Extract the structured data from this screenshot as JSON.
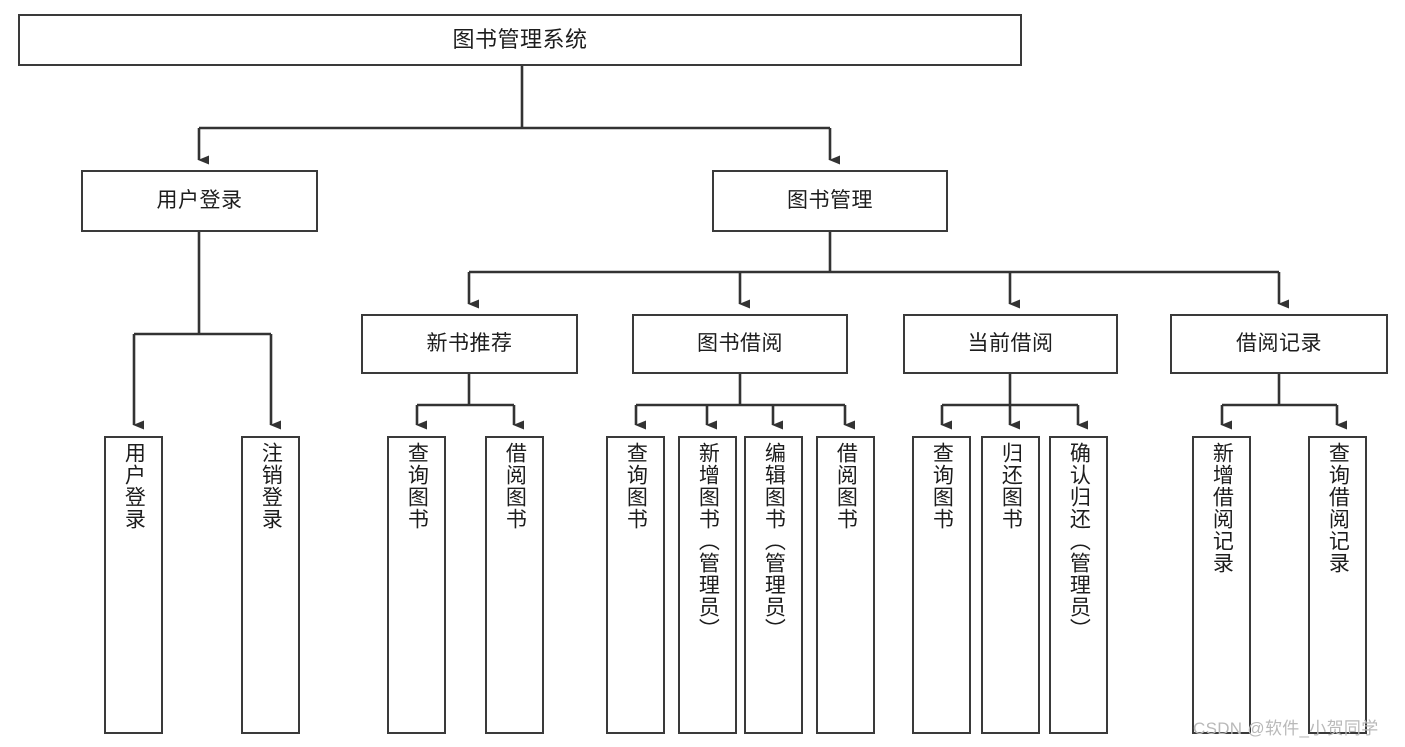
{
  "diagram": {
    "title": "图书管理系统",
    "type": "tree-hierarchy-chart",
    "orientation": "top-down",
    "levels": 4,
    "nodes": {
      "root": {
        "label": "图书管理系统"
      },
      "level2": [
        {
          "id": "user-login",
          "label": "用户登录"
        },
        {
          "id": "book-management",
          "label": "图书管理"
        }
      ],
      "level3": [
        {
          "id": "new-book-recommend",
          "label": "新书推荐"
        },
        {
          "id": "book-borrow",
          "label": "图书借阅"
        },
        {
          "id": "current-borrow",
          "label": "当前借阅"
        },
        {
          "id": "borrow-record",
          "label": "借阅记录"
        }
      ],
      "leaves": {
        "user-login": [
          {
            "id": "leaf-user-login",
            "label": "用户登录"
          },
          {
            "id": "leaf-logout",
            "label": "注销登录"
          }
        ],
        "new-book-recommend": [
          {
            "id": "leaf-query-book-1",
            "label": "查询图书"
          },
          {
            "id": "leaf-borrow-book-1",
            "label": "借阅图书"
          }
        ],
        "book-borrow": [
          {
            "id": "leaf-query-book-2",
            "label": "查询图书"
          },
          {
            "id": "leaf-add-book",
            "label": "新增图书（管理员）"
          },
          {
            "id": "leaf-edit-book",
            "label": "编辑图书（管理员）"
          },
          {
            "id": "leaf-borrow-book-2",
            "label": "借阅图书"
          }
        ],
        "current-borrow": [
          {
            "id": "leaf-query-book-3",
            "label": "查询图书"
          },
          {
            "id": "leaf-return-book",
            "label": "归还图书"
          },
          {
            "id": "leaf-confirm-return",
            "label": "确认归还（管理员）"
          }
        ],
        "borrow-record": [
          {
            "id": "leaf-add-record",
            "label": "新增借阅记录"
          },
          {
            "id": "leaf-query-record",
            "label": "查询借阅记录"
          }
        ]
      }
    },
    "colors": {
      "box_border": "#3a3a3a",
      "box_fill": "#ffffff",
      "connector": "#333333",
      "text": "#1d1d1d",
      "watermark": "#b9b9b9",
      "background": "#ffffff"
    }
  },
  "watermark": {
    "text": "CSDN @软件_小贺同学"
  }
}
